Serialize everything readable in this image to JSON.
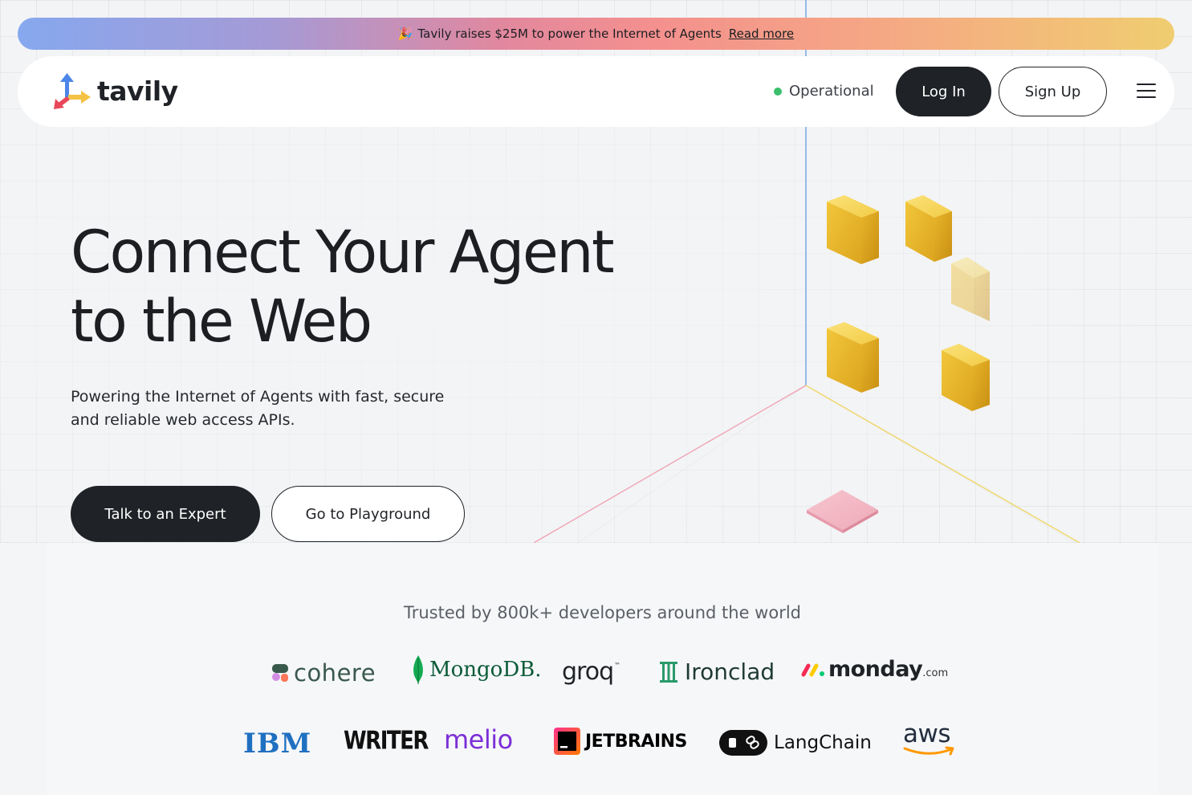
{
  "announcement": {
    "emoji": "🎉",
    "text": "Tavily raises $25M to power the Internet of Agents",
    "link_label": "Read more"
  },
  "nav": {
    "brand": "tavily",
    "status_label": "Operational",
    "login_label": "Log In",
    "signup_label": "Sign Up",
    "menu_icon": "hamburger-menu-icon"
  },
  "hero": {
    "title_line1": "Connect Your Agent",
    "title_line2": "to the Web",
    "subtitle_line1": "Powering the Internet of Agents with fast, secure",
    "subtitle_line2": "and reliable web access APIs.",
    "primary_cta": "Talk to an Expert",
    "secondary_cta": "Go to Playground"
  },
  "trusted": {
    "title": "Trusted by 800k+ developers around the world",
    "row1": [
      "cohere",
      "MongoDB.",
      "groq",
      "Ironclad",
      "monday",
      ".com"
    ],
    "row2": [
      "IBM",
      "WRITER",
      "melio",
      "JETBRAINS",
      "LangChain",
      "aws"
    ]
  },
  "colors": {
    "dark": "#1f2226",
    "status_green": "#3bbf6b",
    "cube_yellow": "#f2c63a",
    "tile_pink": "#f3b8c4",
    "axis_blue": "#6e9ee0",
    "axis_pink": "#ee9aaa",
    "axis_yellow": "#f0d56a"
  }
}
